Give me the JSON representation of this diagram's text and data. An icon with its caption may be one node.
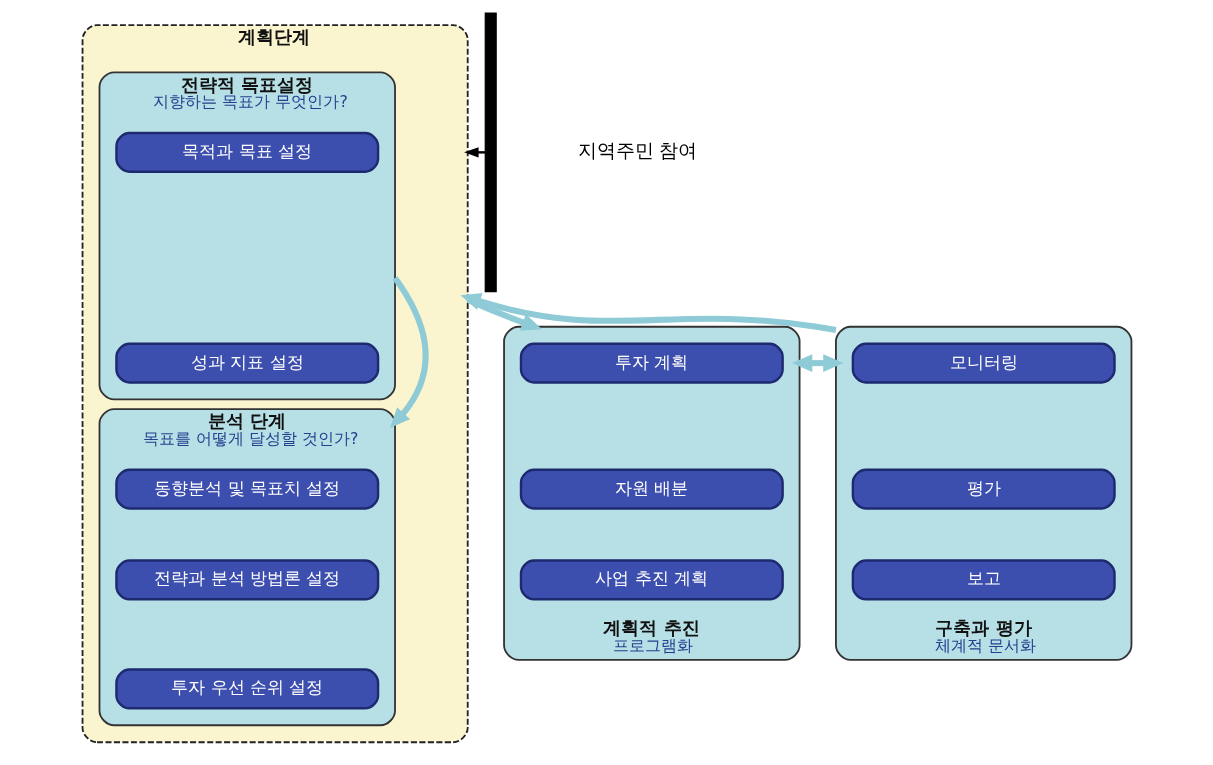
{
  "diagram": {
    "nodes": [
      {
        "text": [
          "계획단계"
        ]
      },
      {
        "text": [
          "전략적 목표설정",
          "지향하는 목표가 무엇인가?"
        ],
        "in": 0
      },
      {
        "text": [
          "목적과 목표 설정"
        ],
        "in": 1
      },
      {
        "text": [
          "성과 지표 설정"
        ],
        "in": 1
      },
      {
        "text": [
          "분석 단계",
          "목표를 어떻게 달성할 것인가?"
        ],
        "in": 0
      },
      {
        "text": [
          "동향분석 및 목표치 설정"
        ],
        "in": 4
      },
      {
        "text": [
          "전략과 분석 방법론 설정"
        ],
        "in": 4
      },
      {
        "text": [
          "투자 우선 순위 설정"
        ],
        "in": 4
      },
      {
        "text": [
          "계획적 추진",
          "프로그램화"
        ]
      },
      {
        "text": [
          "투자 계획"
        ],
        "in": 8
      },
      {
        "text": [
          "자원 배분"
        ],
        "in": 8
      },
      {
        "text": [
          "사업 추진 계획"
        ],
        "in": 8
      },
      {
        "text": [
          "구축과 평가",
          "체계적 문서화"
        ]
      },
      {
        "text": [
          "모니터링"
        ],
        "in": 12
      },
      {
        "text": [
          "평가"
        ],
        "in": 12
      },
      {
        "text": [
          "보고"
        ],
        "in": 12
      },
      {
        "text": [],
        "shape": "bracket"
      }
    ],
    "edges": [
      {
        "from": 1,
        "to": 4,
        "arrow": "to"
      },
      {
        "from": 0,
        "to": 8,
        "arrow": "to"
      },
      {
        "from": 8,
        "to": 12,
        "arrow": "both"
      },
      {
        "from": 12,
        "to": 0,
        "arrow": "to"
      },
      {
        "from": 16,
        "to": 0,
        "arrow": "to",
        "color": "#000000"
      }
    ],
    "labels": [
      "지역주민 참여"
    ]
  }
}
